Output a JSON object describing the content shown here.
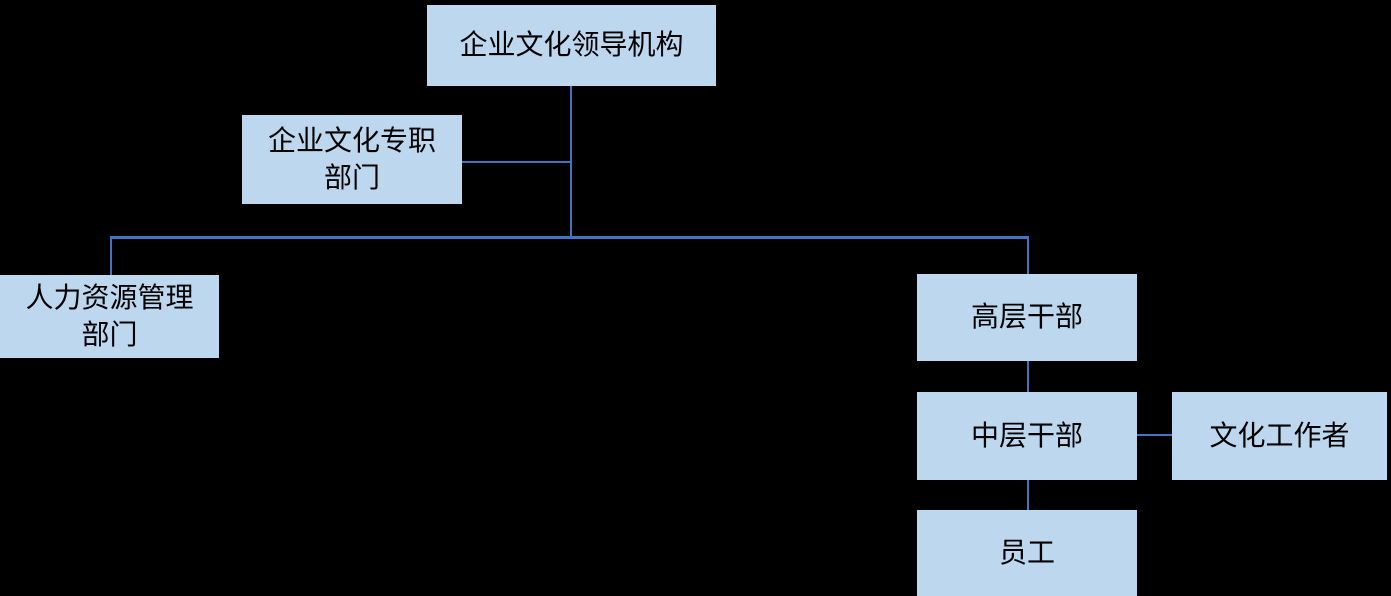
{
  "diagram": {
    "type": "org-chart",
    "background_color": "#000000",
    "node_fill_color": "#BDD7EE",
    "node_text_color": "#000000",
    "connector_color": "#4472C4",
    "nodes": [
      {
        "id": "leadership",
        "label": "企业文化领导机构"
      },
      {
        "id": "dedicated-dept",
        "label": "企业文化专职部门"
      },
      {
        "id": "hr-dept",
        "label": "人力资源管理部门"
      },
      {
        "id": "senior-cadres",
        "label": "高层干部"
      },
      {
        "id": "middle-cadres",
        "label": "中层干部"
      },
      {
        "id": "culture-workers",
        "label": "文化工作者"
      },
      {
        "id": "employees",
        "label": "员工"
      }
    ],
    "edges": [
      {
        "from": "leadership",
        "to": "dedicated-dept"
      },
      {
        "from": "leadership",
        "to": "hr-dept"
      },
      {
        "from": "leadership",
        "to": "senior-cadres"
      },
      {
        "from": "senior-cadres",
        "to": "middle-cadres"
      },
      {
        "from": "middle-cadres",
        "to": "culture-workers"
      },
      {
        "from": "middle-cadres",
        "to": "employees"
      }
    ]
  }
}
